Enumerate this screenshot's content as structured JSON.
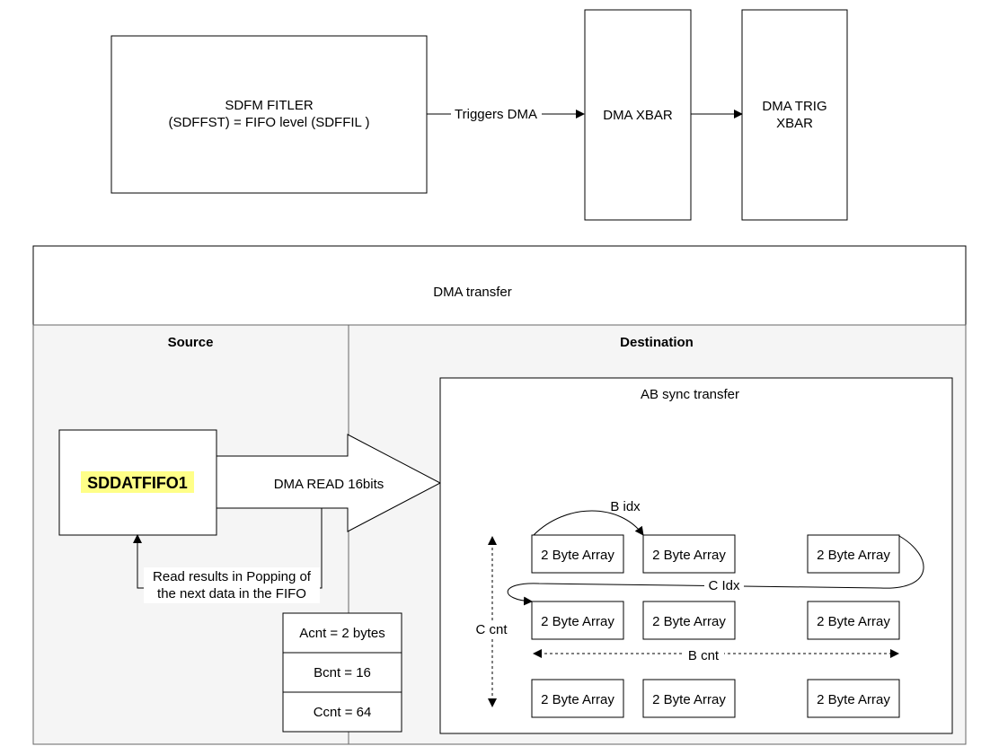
{
  "top": {
    "sdfm_box": {
      "line1": "SDFM FITLER",
      "line2": "(SDFFST) = FIFO level (SDFFIL )"
    },
    "trigger_label": "Triggers DMA",
    "dma_xbar": "DMA XBAR",
    "dma_trig_xbar": {
      "line1": "DMA TRIG",
      "line2": "XBAR"
    }
  },
  "transfer": {
    "title": "DMA transfer",
    "source": {
      "header": "Source",
      "register": "SDDATFIFO1",
      "read_arrow_label": "DMA READ 16bits",
      "pop_note": {
        "line1": "Read results in Popping of",
        "line2": "the next data in the FIFO"
      },
      "counts": [
        "Acnt = 2 bytes",
        "Bcnt = 16",
        "Ccnt = 64"
      ]
    },
    "destination": {
      "header": "Destination",
      "ab_title": "AB sync transfer",
      "array_label": "2 Byte Array",
      "b_idx": "B idx",
      "c_idx": "C Idx",
      "c_cnt": "C cnt",
      "b_cnt": "B cnt"
    }
  },
  "colors": {
    "highlight": "#ffff88",
    "panel": "#f5f5f5",
    "stroke": "#000000",
    "panel_stroke": "#666666"
  }
}
